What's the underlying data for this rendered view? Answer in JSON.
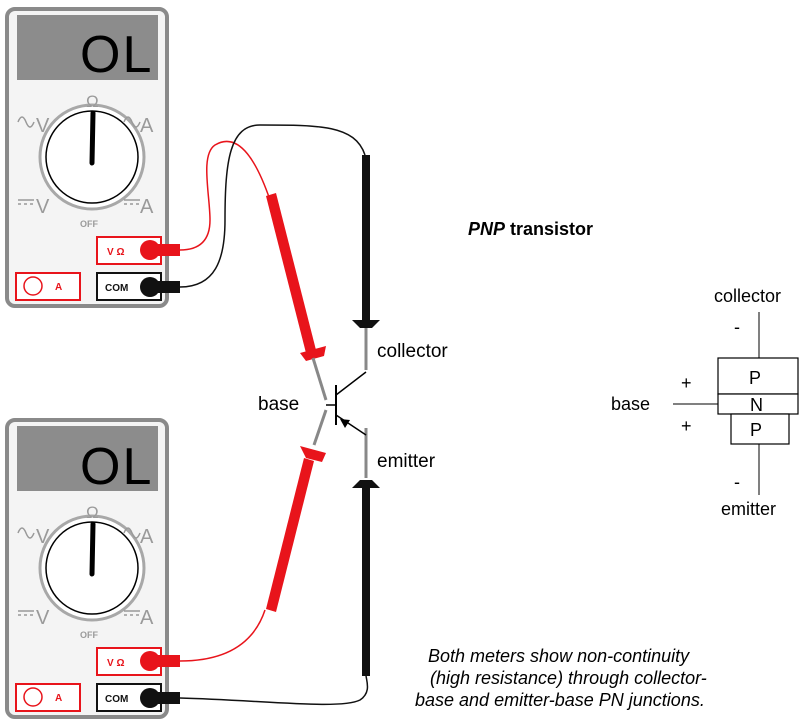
{
  "meter_top": {
    "display": "OL",
    "dial": {
      "ohm": "Ω",
      "ac_v": "V",
      "ac_a": "A",
      "dc_v": "V",
      "dc_a": "A",
      "off": "OFF"
    },
    "jacks": {
      "volt_ohm": "V Ω",
      "amp": "A",
      "com": "COM"
    }
  },
  "meter_bottom": {
    "display": "OL",
    "dial": {
      "ohm": "Ω",
      "ac_v": "V",
      "ac_a": "A",
      "dc_v": "V",
      "dc_a": "A",
      "off": "OFF"
    },
    "jacks": {
      "volt_ohm": "V Ω",
      "amp": "A",
      "com": "COM"
    }
  },
  "transistor_labels": {
    "collector": "collector",
    "base": "base",
    "emitter": "emitter"
  },
  "title": {
    "bold_italic": "PNP",
    "rest": " transistor"
  },
  "junction_diagram": {
    "collector": "collector",
    "emitter": "emitter",
    "base": "base",
    "collector_sign": "-",
    "emitter_sign": "-",
    "base_sign_top": "+",
    "base_sign_bottom": "+",
    "layer_top": "P",
    "layer_mid": "N",
    "layer_bottom": "P"
  },
  "note": {
    "line1": "Both meters show non-continuity",
    "line2": "(high resistance) through collector-",
    "line3": "base and emitter-base PN junctions."
  },
  "colors": {
    "red_lead": "#e8141b",
    "black_lead": "#111111",
    "lcd": "#8c8c8c",
    "meter_border": "#8a8a8a"
  }
}
